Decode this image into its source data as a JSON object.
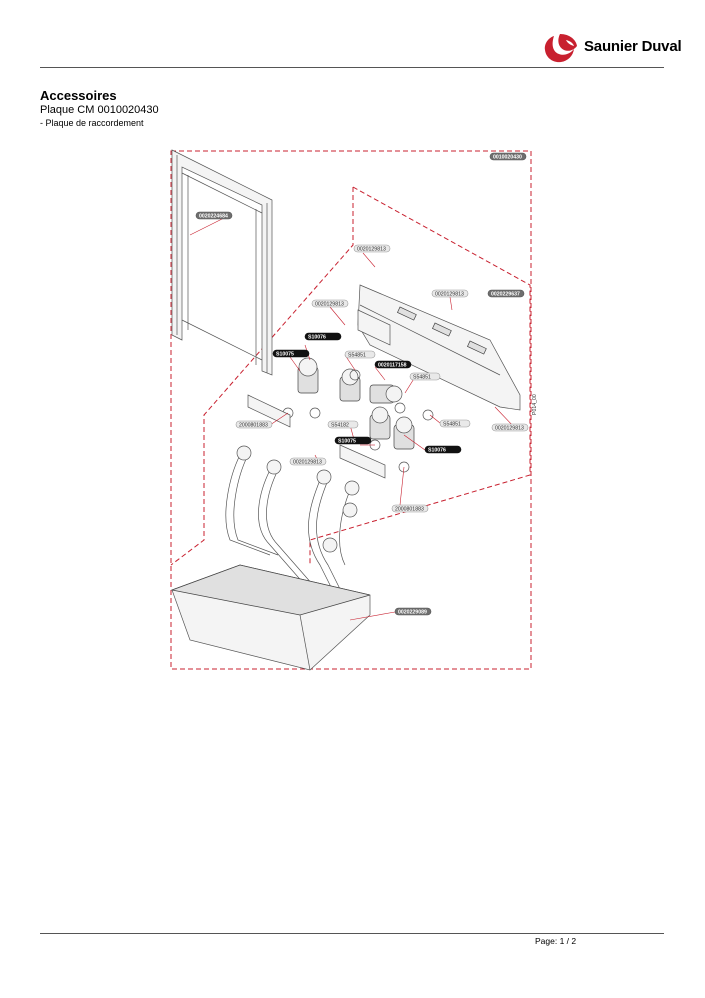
{
  "brand": {
    "name": "Saunier Duval",
    "color": "#c8202f"
  },
  "header": {
    "title": "Accessoires",
    "subtitle": "Plaque CM 0010020430",
    "description": "- Plaque de raccordement"
  },
  "diagram": {
    "labels": {
      "main": "0010020430",
      "frame": "0020224684",
      "bracket": "0020229637",
      "screw_a": "0020129813",
      "screw_b": "0020129813",
      "screw_c": "0020129813",
      "screw_d": "0020129813",
      "screw_e": "0020129813",
      "valve_a": "S10076",
      "valve_b": "S10076",
      "valve_c": "S10075",
      "valve_d": "S10075",
      "valve_e": "0020117158",
      "seal_a": "S54851",
      "seal_b": "S54851",
      "seal_c": "S54851",
      "seal_d": "S54182",
      "washer_a": "2000801883",
      "washer_b": "2000801883",
      "cover": "0020229089",
      "code": "P014_00"
    }
  },
  "footer": {
    "page": "Page: 1 / 2"
  }
}
